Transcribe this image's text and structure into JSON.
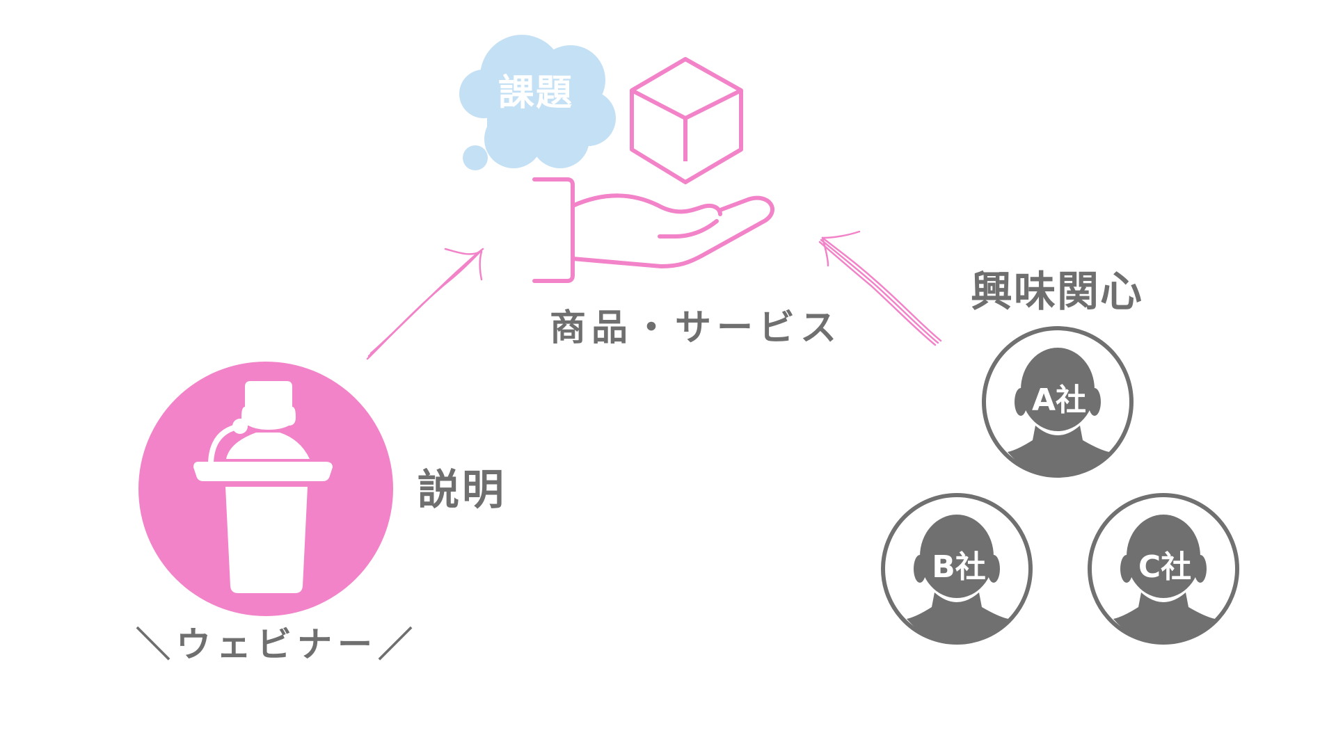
{
  "diagram": {
    "issue_label": "課題",
    "product_label": "商品・サービス",
    "explain_label": "説明",
    "interest_label": "興味関心",
    "webinar_label": "＼ウェビナー／",
    "companies": [
      {
        "label": "A社"
      },
      {
        "label": "B社"
      },
      {
        "label": "C社"
      }
    ],
    "colors": {
      "pink": "#f283c8",
      "gray": "#707070",
      "bubble_blue": "#c4e0f5",
      "text_gray": "#6f6f6f"
    },
    "icons": [
      "thought-bubble-icon",
      "box-icon",
      "open-hand-icon",
      "podium-speaker-icon",
      "person-icon",
      "arrow-icon"
    ]
  }
}
